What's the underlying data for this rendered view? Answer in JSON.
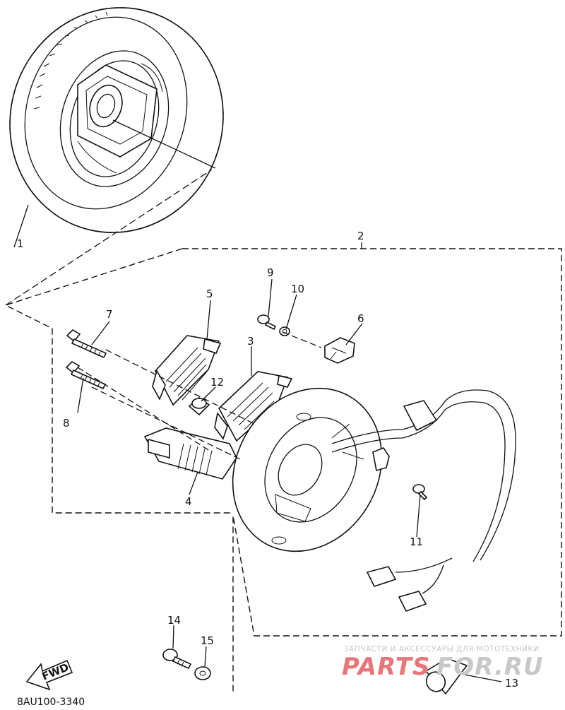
{
  "callouts": {
    "c1": "1",
    "c2": "2",
    "c3": "3",
    "c4": "4",
    "c5": "5",
    "c6": "6",
    "c7": "7",
    "c8": "8",
    "c9": "9",
    "c10": "10",
    "c11": "11",
    "c12": "12",
    "c13": "13",
    "c14": "14",
    "c15": "15"
  },
  "diagram_code": "8AU100-3340",
  "fwd_label": "FWD",
  "watermark": {
    "tagline": "ЗАПЧАСТИ И АКСЕССУАРЫ ДЛЯ МОТОТЕХНИКИ",
    "brand_part1": "PARTS",
    "brand_part2": "FOR.RU",
    "color_red": "#e7767a",
    "color_grey": "#c8c8c8"
  },
  "colors": {
    "line": "#111111",
    "background": "#ffffff"
  }
}
